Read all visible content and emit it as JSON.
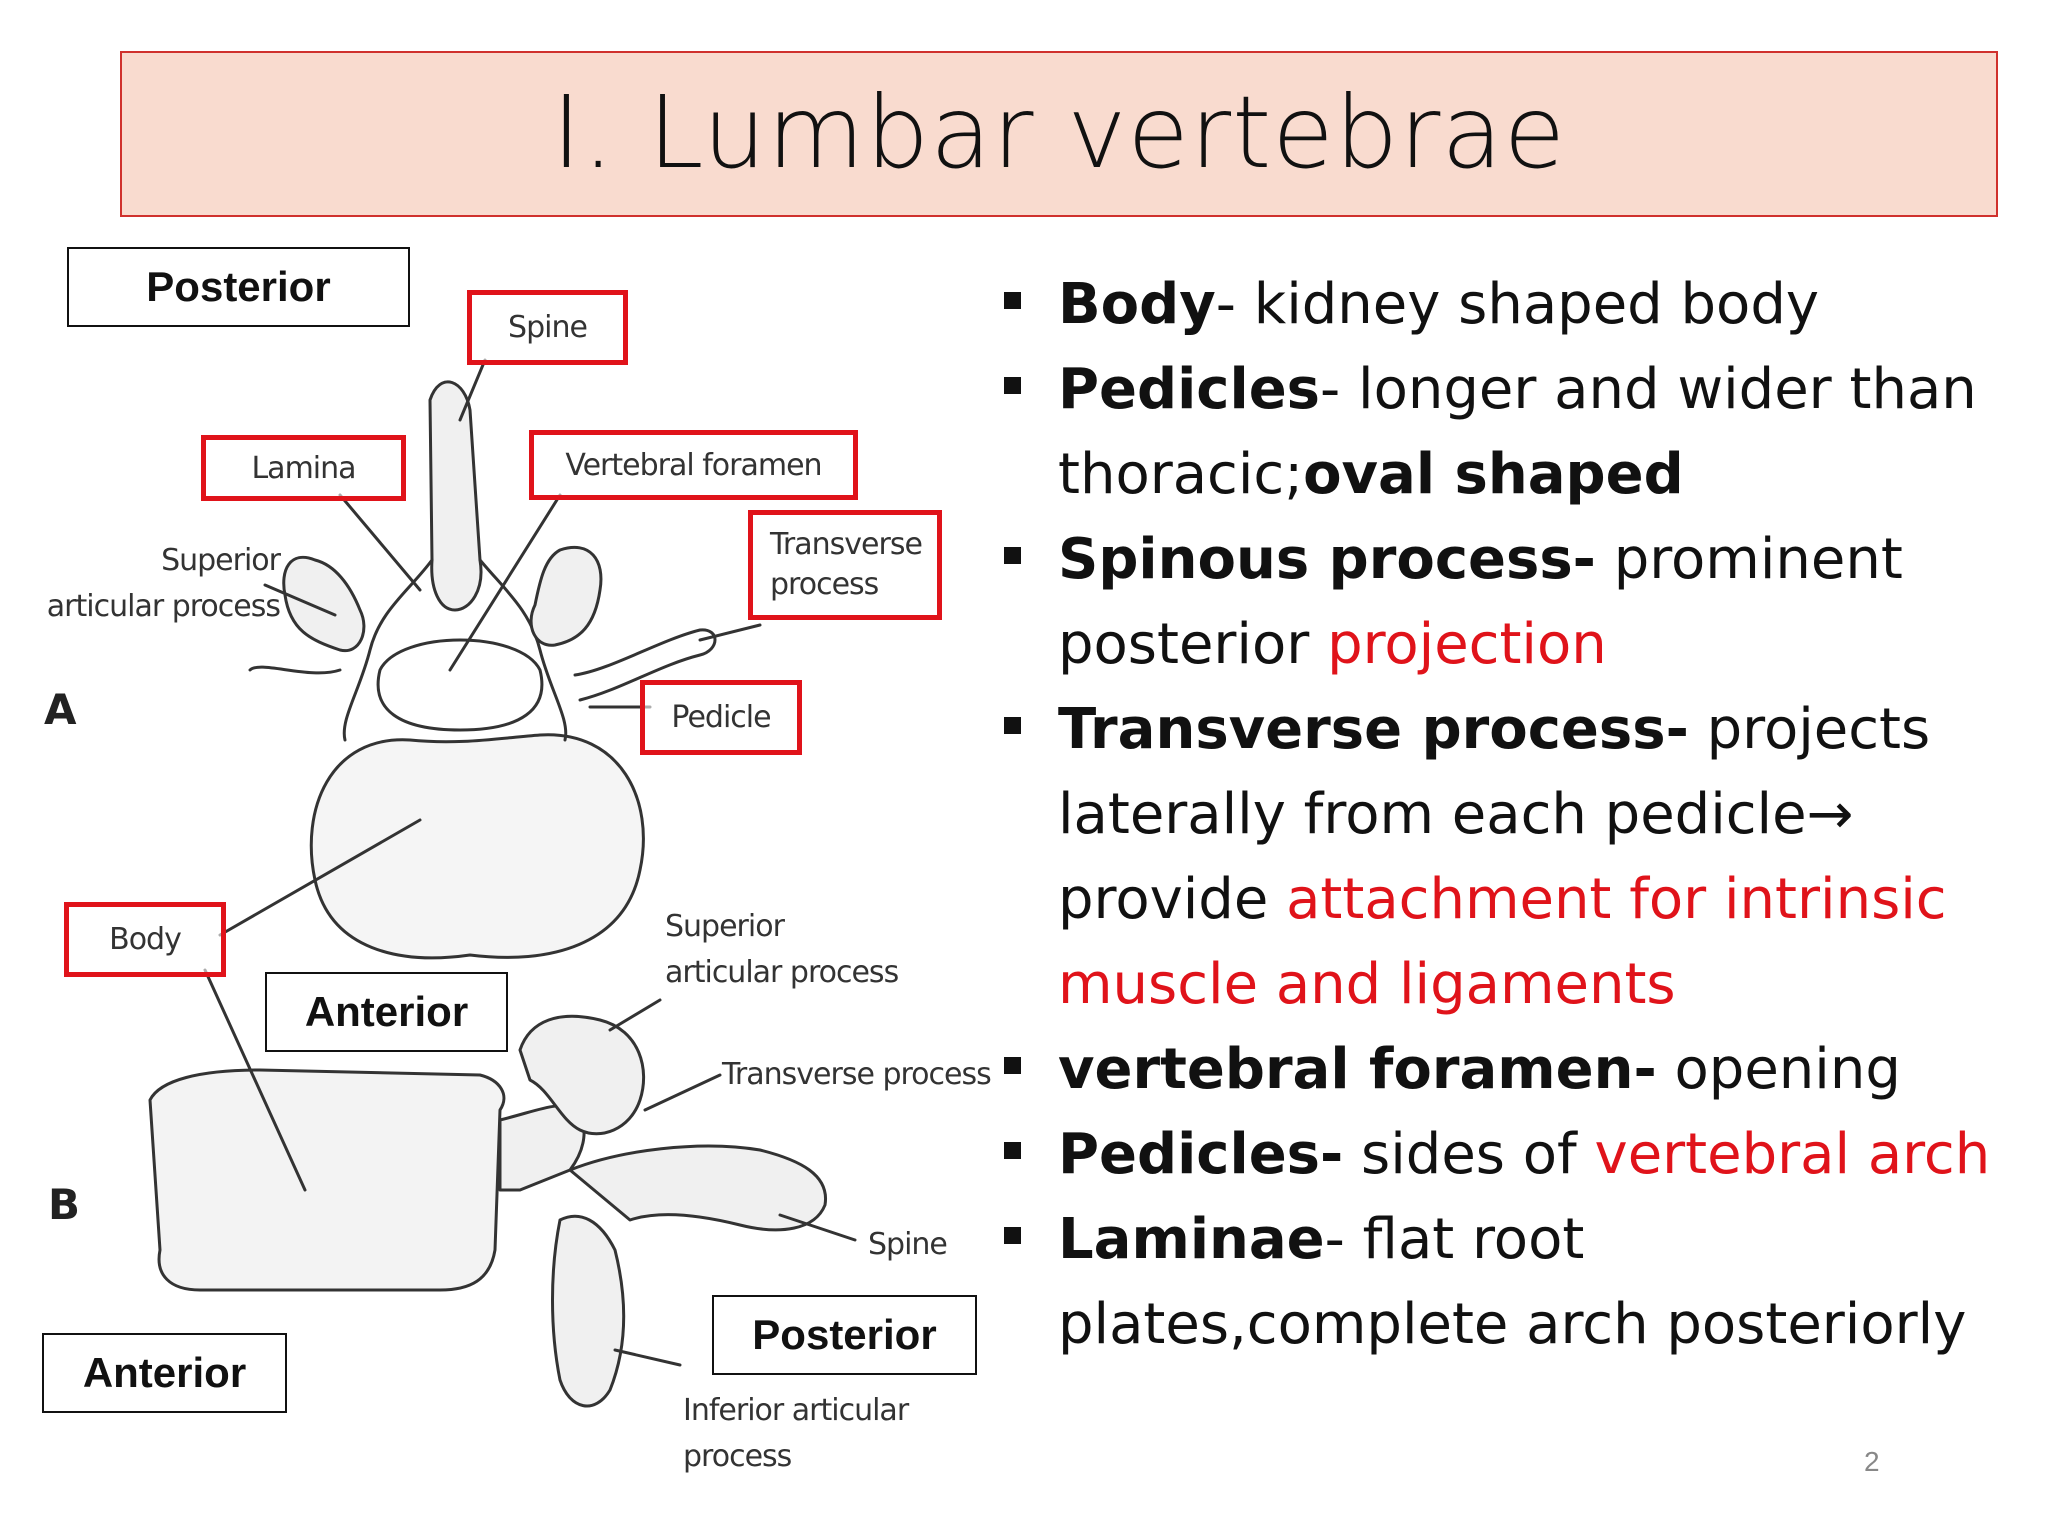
{
  "title": "I. Lumbar vertebrae",
  "diagram": {
    "fig_a": "A",
    "fig_b": "B",
    "orientation": {
      "posterior_top": "Posterior",
      "anterior_a": "Anterior",
      "anterior_b": "Anterior",
      "posterior_b": "Posterior"
    },
    "highlighted_labels": {
      "spine": "Spine",
      "lamina": "Lamina",
      "vertebral_foramen": "Vertebral foramen",
      "transverse_process": "Transverse process",
      "pedicle": "Pedicle",
      "body": "Body"
    },
    "plain_labels": {
      "superior_articular_a": "Superior articular process",
      "superior_articular_b": "Superior articular process",
      "transverse_process_b": "Transverse process",
      "spine_b": "Spine",
      "inferior_articular_b": "Inferior articular process"
    }
  },
  "bullets": [
    {
      "term": "Body",
      "segments": [
        {
          "text": "- kidney shaped body",
          "style": "normal"
        }
      ]
    },
    {
      "term": "Pedicles",
      "segments": [
        {
          "text": "- longer and wider than thoracic;",
          "style": "normal"
        },
        {
          "text": "oval shaped",
          "style": "bold"
        }
      ]
    },
    {
      "term": "Spinous process-",
      "segments": [
        {
          "text": " prominent posterior ",
          "style": "normal"
        },
        {
          "text": "projection",
          "style": "red"
        }
      ]
    },
    {
      "term": "Transverse process-",
      "segments": [
        {
          "text": " projects laterally from each pedicle",
          "style": "normal"
        },
        {
          "text": "→",
          "style": "normal"
        },
        {
          "text": " provide ",
          "style": "normal"
        },
        {
          "text": "attachment for intrinsic muscle and ligaments",
          "style": "red"
        }
      ]
    },
    {
      "term": "vertebral foramen-",
      "segments": [
        {
          "text": " opening",
          "style": "normal"
        }
      ]
    },
    {
      "term": "Pedicles-",
      "segments": [
        {
          "text": " sides of ",
          "style": "normal"
        },
        {
          "text": "vertebral arch",
          "style": "red"
        }
      ]
    },
    {
      "term": "Laminae",
      "segments": [
        {
          "text": "- flat root plates,complete arch posteriorly",
          "style": "normal"
        }
      ]
    }
  ],
  "page_number": "2",
  "colors": {
    "accent_red": "#e0131a",
    "title_fill": "#f9dbcf"
  }
}
